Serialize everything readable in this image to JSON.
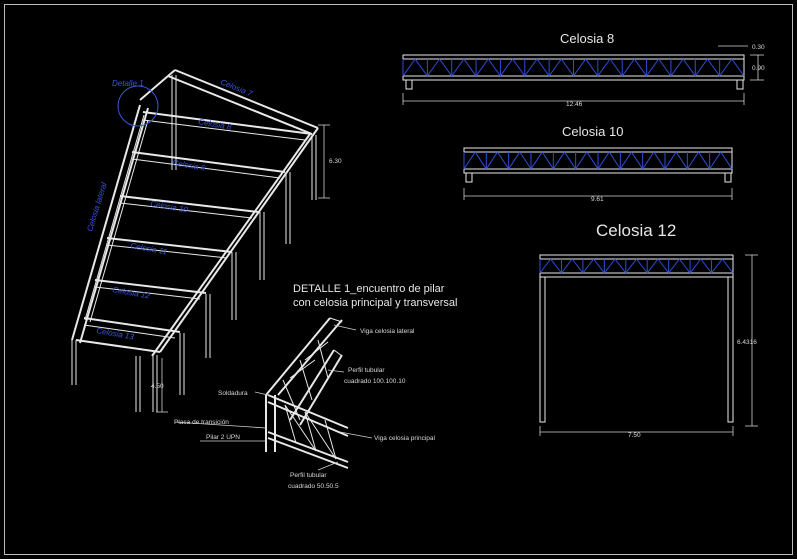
{
  "drawing": {
    "celosia8_title": "Celosia 8",
    "celosia10_title": "Celosia 10",
    "celosia12_title": "Celosia 12",
    "detail_title_line1": "DETALLE 1_encuentro de pilar",
    "detail_title_line2": "con celosia principal y transversal"
  },
  "iso_labels": {
    "detalle1": "Detalle 1",
    "celosia7": "Celosia 7",
    "celosia8": "Celosia 8",
    "celosia9": "Celosia 9",
    "celosia10": "Celosia 10",
    "celosia11": "Celosia 11",
    "celosia12": "Celosia 12",
    "celosia13": "Celosia 13",
    "celosia_lateral": "Celosia lateral",
    "height_top": "6.30",
    "height_bottom": "4.50"
  },
  "detail_labels": {
    "viga_lateral": "Viga celosia lateral",
    "perfil1_line1": "Perfil tubular",
    "perfil1_line2": "cuadrado    100.100.10",
    "soldadura": "Soldadura",
    "placa": "Placa de transición",
    "pilar": "Pilar 2 UPN",
    "viga_principal": "Viga celosia principal",
    "perfil2_line1": "Perfil tubular",
    "perfil2_line2": "cuadrado   50.50.5"
  },
  "dims": {
    "c8_width": "12.46",
    "c8_top": "0.30",
    "c8_depth": "0.90",
    "c10_width": "9.61",
    "c12_width": "7.50",
    "c12_height": "6.4316"
  }
}
